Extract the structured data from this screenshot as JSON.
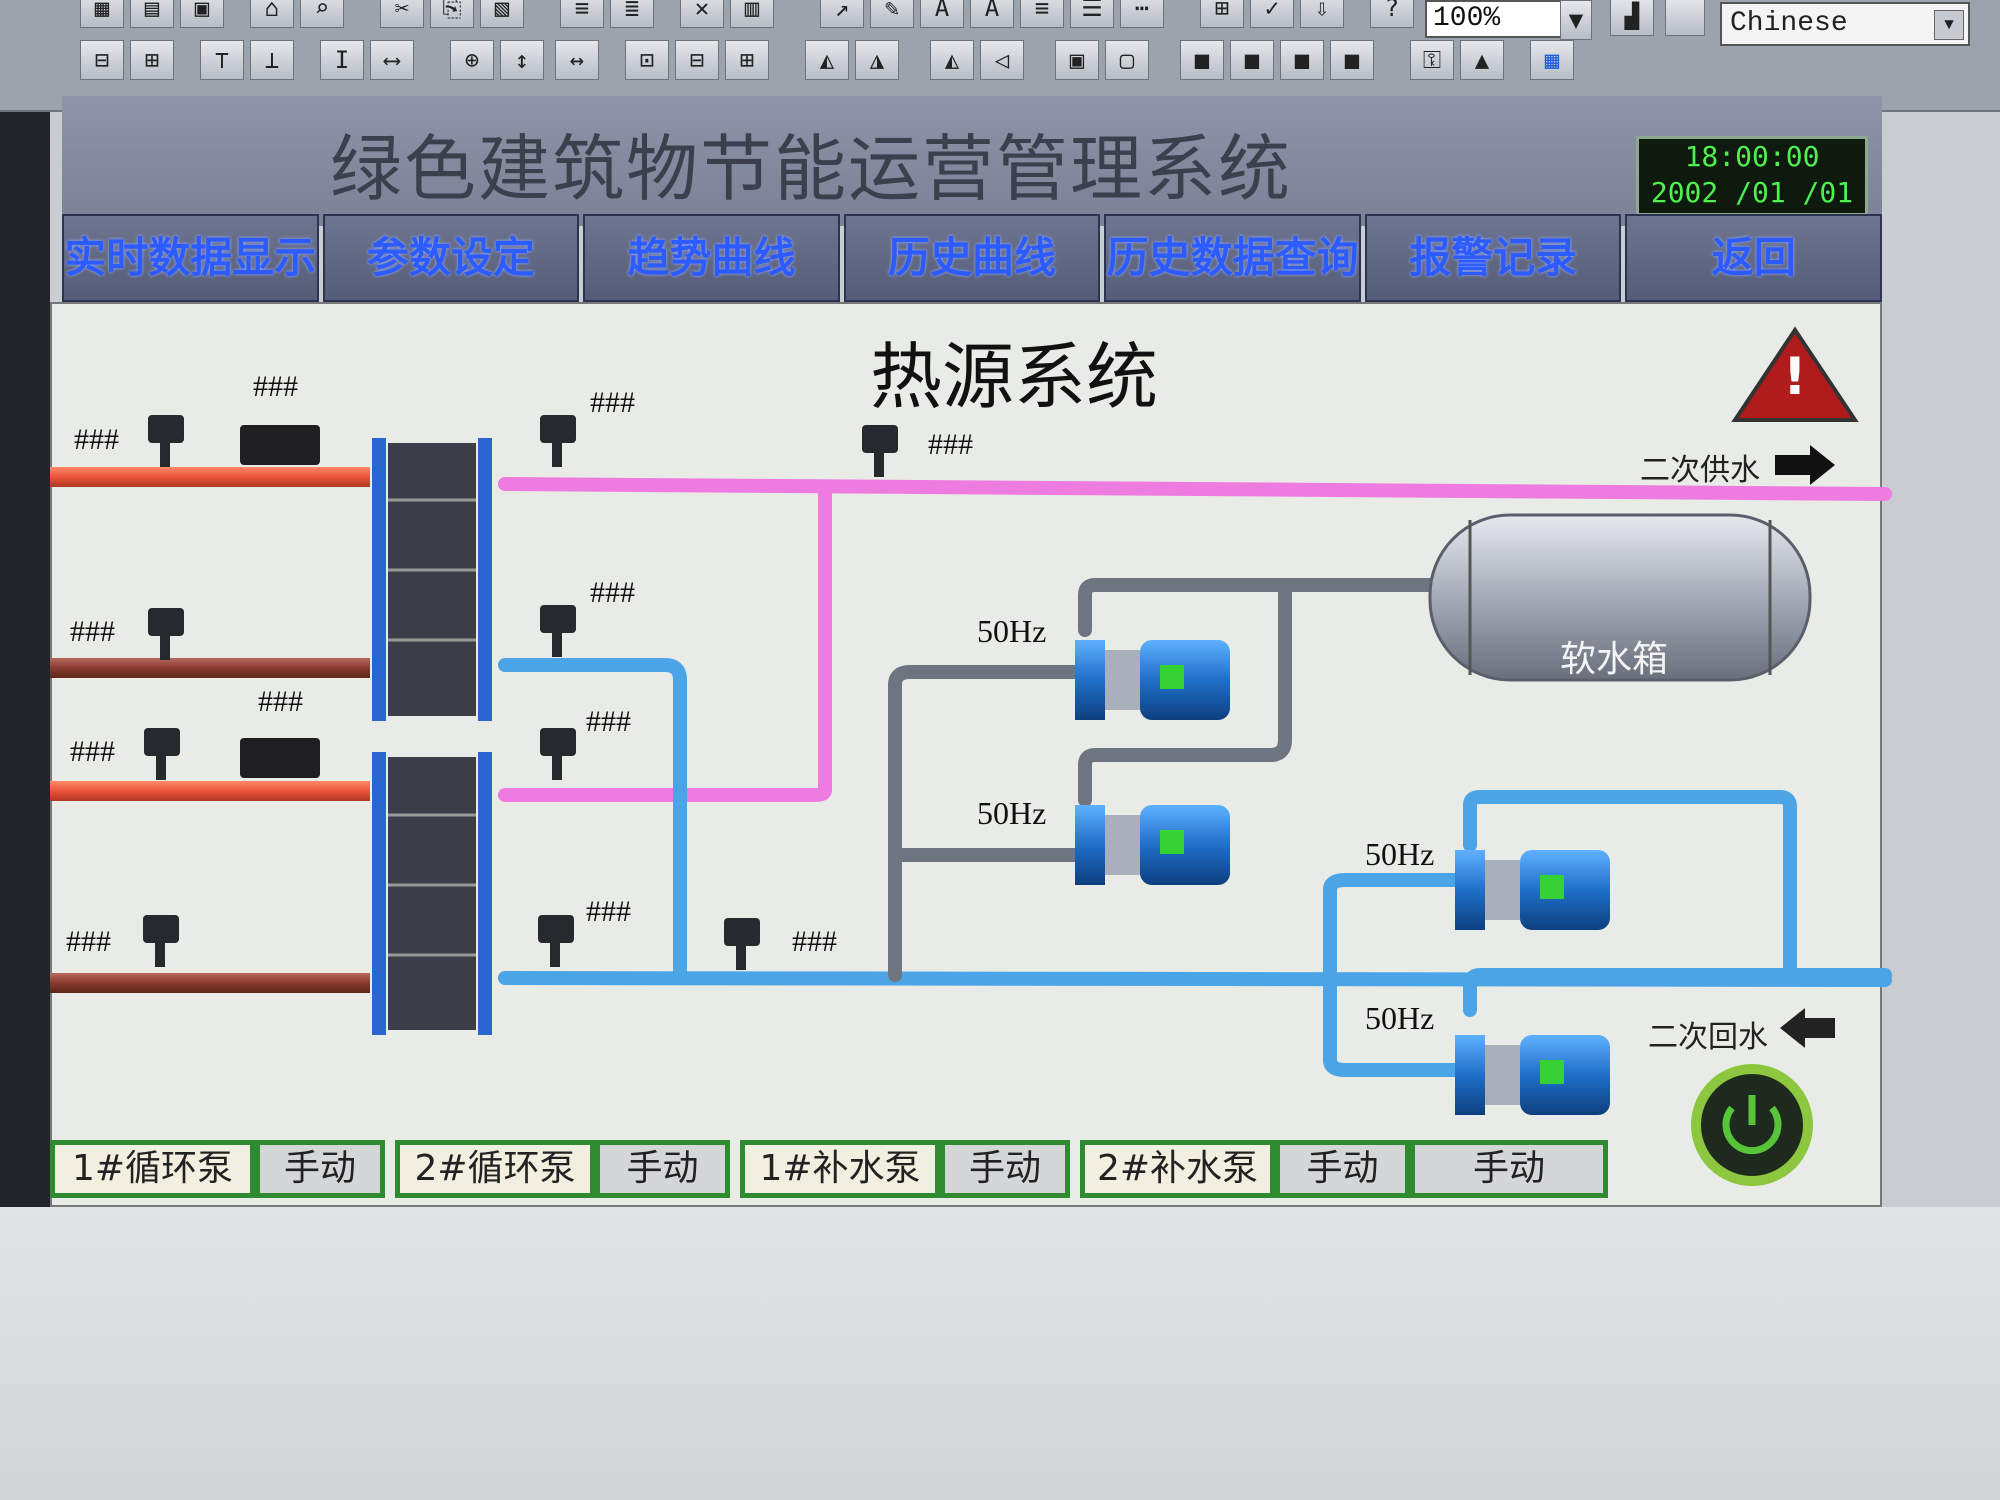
{
  "toolbar": {
    "zoom": "100%",
    "language": "Chinese",
    "dropdown_arrow": "▼"
  },
  "header": {
    "title": "绿色建筑物节能运营管理系统",
    "time": "18:00:00",
    "date": "2002 /01 /01"
  },
  "nav": [
    {
      "label": "实时数据显示"
    },
    {
      "label": "参数设定"
    },
    {
      "label": "趋势曲线"
    },
    {
      "label": "历史曲线"
    },
    {
      "label": "历史数据查询"
    },
    {
      "label": "报警记录"
    },
    {
      "label": "返回"
    }
  ],
  "diagram": {
    "title": "热源系统",
    "placeholder": "###",
    "supply_label": "二次供水",
    "return_label": "二次回水",
    "tank_label": "软水箱",
    "pump_freq": "50Hz",
    "warning_glyph": "!"
  },
  "controls": [
    {
      "name": "1#循环泵",
      "mode": "手动"
    },
    {
      "name": "2#循环泵",
      "mode": "手动"
    },
    {
      "name": "1#补水泵",
      "mode": "手动"
    },
    {
      "name": "2#补水泵",
      "mode": "手动"
    }
  ],
  "extra_mode": "手动",
  "colors": {
    "hot_primary": "#e8543a",
    "cold_primary": "#8a3a2e",
    "supply": "#ee7be0",
    "return": "#4aa4e6",
    "makeup": "#6f7481",
    "pump": "#1f6fc8"
  }
}
